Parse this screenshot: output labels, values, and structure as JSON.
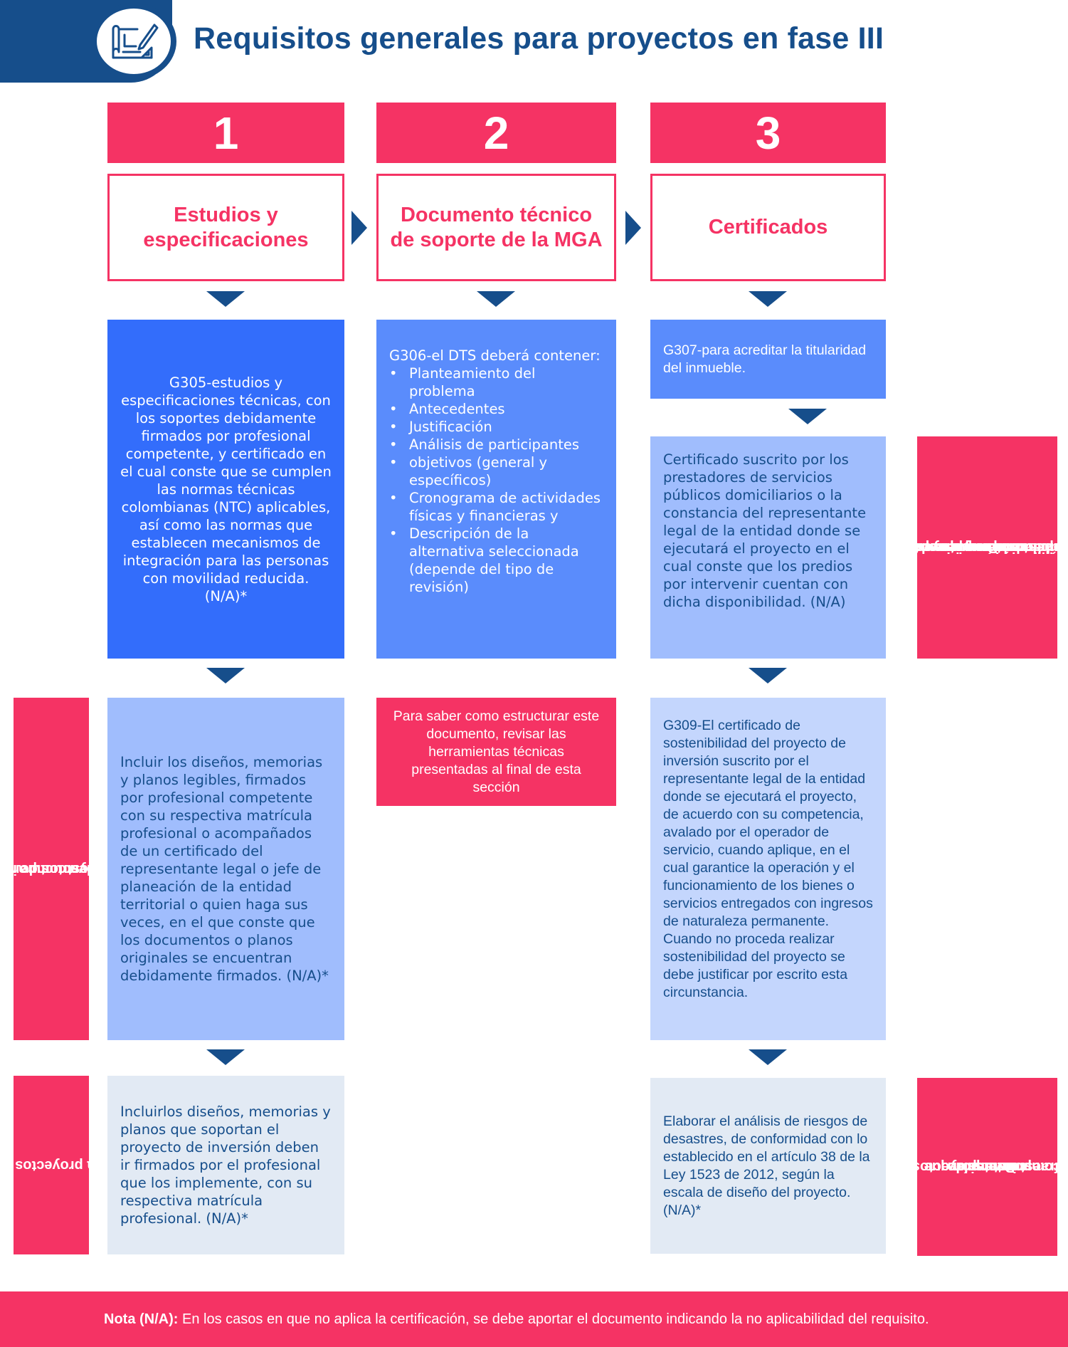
{
  "header": {
    "title": "Requisitos generales para proyectos en fase III",
    "icon": "blueprint-drafting-icon",
    "brand_color": "#164e8b",
    "accent_color": "#f53364"
  },
  "steps": [
    {
      "number": "1",
      "title": "Estudios y especificaciones"
    },
    {
      "number": "2",
      "title": "Documento técnico de soporte de la MGA"
    },
    {
      "number": "3",
      "title": "Certificados"
    }
  ],
  "col1": {
    "g305": "G305-estudios y especificaciones técnicas, con los soportes debidamente firmados por profesional competente, y certificado en el cual conste que se cumplen las normas técnicas colombianas (NTC) aplicables, así como las normas que establecen mecanismos de integración para las personas con movilidad reducida. (N/A)*",
    "infra_text": "Incluir los diseños, memorias y planos legibles, firmados por profesional competente con su respectiva matrícula profesional o acompañados de un certificado del representante legal o jefe de planeación de la entidad territorial o quien haga sus veces, en el que conste que los documentos o planos originales se encuentran debidamente firmados. (N/A)*",
    "tipo_text": "Incluirlos diseños, memorias y planos que soportan el proyecto de inversión deben ir firmados por el profesional que los implemente, con su respectiva matrícula profesional. (N/A)*"
  },
  "col2": {
    "g306_intro": "G306-el DTS deberá contener:",
    "g306_items": [
      "Planteamiento del problema",
      "Antecedentes",
      "Justificación",
      "Análisis de participantes",
      "objetivos (general y específicos)",
      "Cronograma de actividades físicas y financieras y",
      "Descripción de la alternativa seleccionada (depende del tipo de revisión)"
    ],
    "tools_note": "Para saber como estructurar este documento, revisar las herramientas técnicas presentadas al final de esta sección"
  },
  "col3": {
    "g307": "G307-para acreditar la titularidad del inmueble.",
    "services_cert": "Certificado suscrito por los prestadores de servicios públicos domiciliarios o la constancia del representante legal de la entidad donde se ejecutará el proyecto en el cual conste que los predios por intervenir cuentan con dicha disponibilidad. (N/A)",
    "g309": "G309-El certificado de sostenibilidad del proyecto de inversión suscrito por el representante legal de la entidad donde se ejecutará el proyecto, de acuerdo con su competencia, avalado por el operador de servicio, cuando aplique, en el cual garantice la operación y el funcionamiento de los bienes o servicios entregados con ingresos de naturaleza permanente. Cuando no proceda realizar sostenibilidad del proyecto se debe justificar por escrito esta circunstancia.",
    "risk_text": "Elaborar el análisis de riesgos de desastres, de conformidad con lo establecido en el artículo 38 de la Ley 1523 de 2012, según la escala de diseño del proyecto. (N/A)*"
  },
  "side_labels": {
    "left_infra": [
      "Para proyectos de inversión que",
      "contemplen componentes de",
      "infraestructura"
    ],
    "left_tipo": [
      "Para proyectos tipo"
    ],
    "right_services": [
      "Para proyectos de",
      "inversión que contemplen",
      "componentes de",
      "infraestructura y que para",
      "su operación requieran",
      "disponibilidad de servicios",
      "públicos"
    ],
    "right_infra": [
      "Para proyectos de",
      "inversión que",
      "contemplen",
      "componentes de",
      "infraestructura"
    ]
  },
  "footer": {
    "note_label": "Nota (N/A):",
    "note_text": " En los casos en que no aplica la certificación, se debe aportar el documento indicando la no aplicabilidad del requisito."
  }
}
